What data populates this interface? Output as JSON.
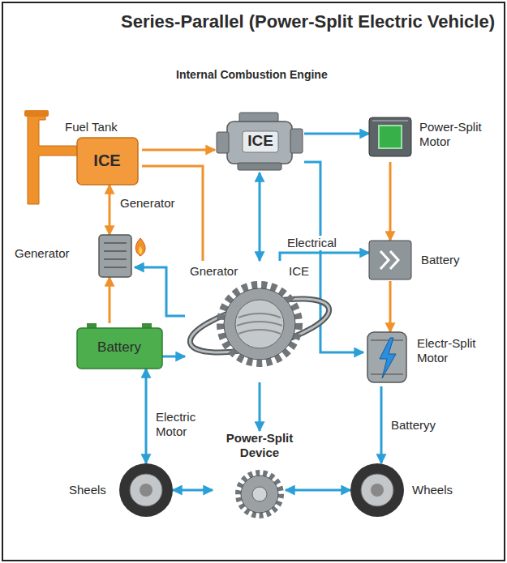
{
  "diagram": {
    "title": "Series-Parallel (Power-Split Electric Vehicle)",
    "nodes": [
      {
        "text": [
          "Fuel Tank",
          "ICE"
        ]
      },
      {
        "text": [
          "ICE"
        ]
      },
      {
        "text": [
          "Power-Split Motor"
        ]
      },
      {
        "text": [
          "Generator"
        ]
      },
      {
        "text": [
          "Battery"
        ]
      },
      {
        "text": [
          "Gnerator",
          "ICE"
        ]
      },
      {
        "text": [
          "Battery"
        ]
      },
      {
        "text": [
          "Electr-Split Motor"
        ]
      },
      {
        "text": [
          "Sheels"
        ]
      },
      {
        "text": [
          "Power-Split Device"
        ]
      },
      {
        "text": [
          "Wheels"
        ]
      }
    ],
    "edges": [
      {
        "from": 0,
        "to": 1,
        "arrow": "to"
      },
      {
        "from": 0,
        "to": 5,
        "arrow": "none"
      },
      {
        "from": 1,
        "to": 2,
        "arrow": "to"
      },
      {
        "from": 2,
        "to": 6,
        "arrow": "to"
      },
      {
        "from": 6,
        "to": 7,
        "arrow": "to"
      },
      {
        "from": 1,
        "to": 5,
        "arrow": "both"
      },
      {
        "from": 5,
        "to": 6,
        "arrow": "to",
        "label": "Electrical"
      },
      {
        "from": 1,
        "to": 7,
        "arrow": "to"
      },
      {
        "from": 0,
        "to": 3,
        "arrow": "both",
        "label": "Generator"
      },
      {
        "from": 4,
        "to": 3,
        "arrow": "to"
      },
      {
        "from": 5,
        "to": 3,
        "arrow": "to"
      },
      {
        "from": 4,
        "to": 5,
        "arrow": "to"
      },
      {
        "from": 5,
        "to": 9,
        "arrow": "to"
      },
      {
        "from": 4,
        "to": 8,
        "arrow": "both",
        "label": "Electric Motor"
      },
      {
        "from": 7,
        "to": 10,
        "arrow": "to",
        "label": "Batteryy"
      },
      {
        "from": 8,
        "to": 9,
        "arrow": "both"
      },
      {
        "from": 9,
        "to": 10,
        "arrow": "both"
      }
    ],
    "labels": [
      "Internal Combustion Engine"
    ]
  }
}
